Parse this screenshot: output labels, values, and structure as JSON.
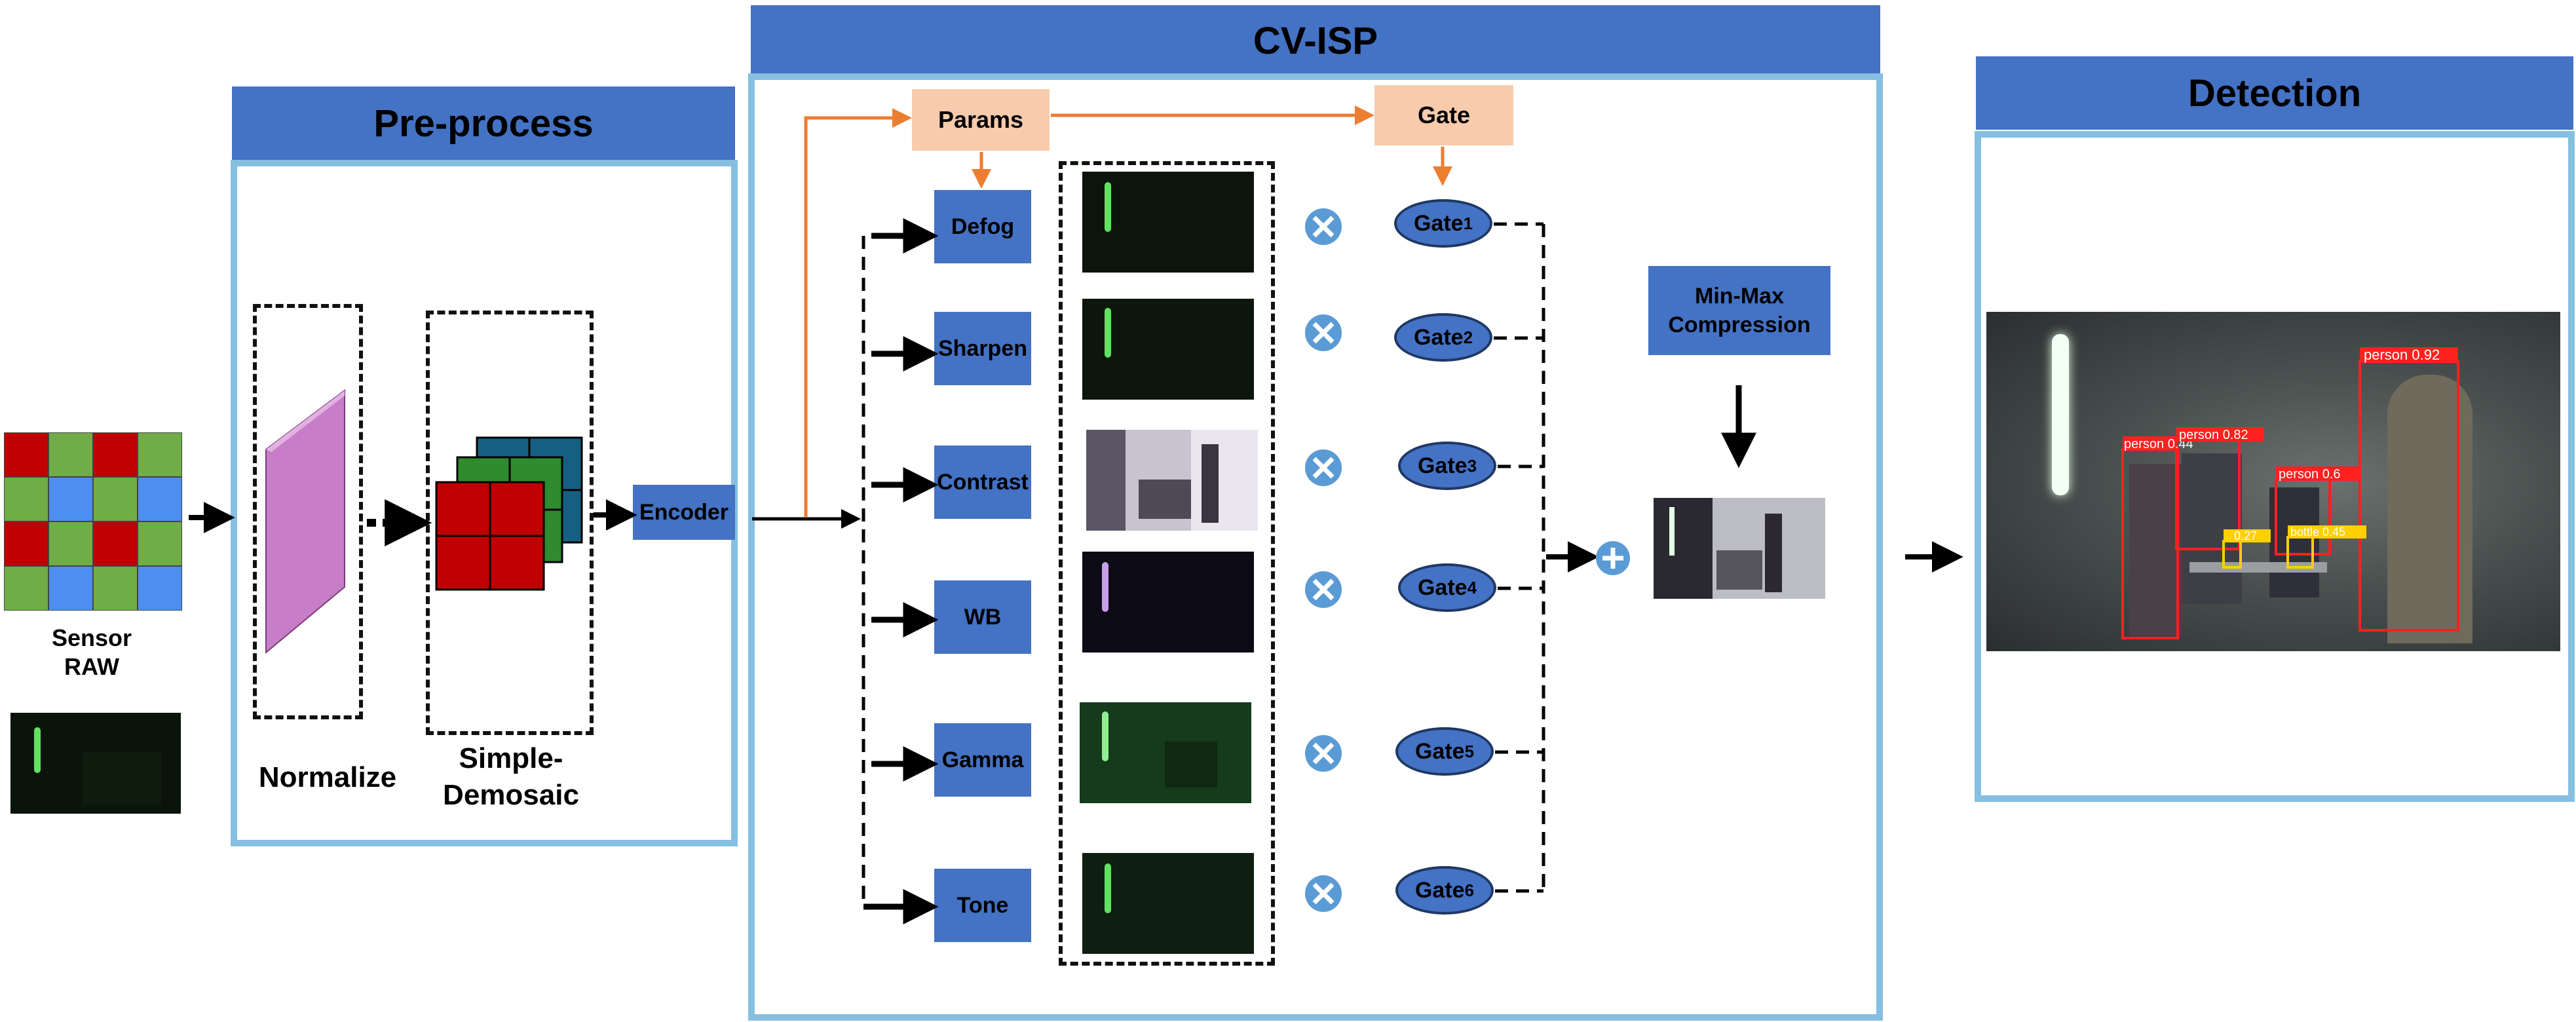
{
  "sections": {
    "preprocess_title": "Pre-process",
    "cvisp_title": "CV-ISP",
    "detection_title": "Detection"
  },
  "sensor": {
    "label_line1": "Sensor",
    "label_line2": "RAW"
  },
  "preprocess": {
    "normalize_label": "Normalize",
    "demosaic_line1": "Simple-",
    "demosaic_line2": "Demosaic",
    "encoder_label": "Encoder"
  },
  "cvisp": {
    "params_label": "Params",
    "gate_label": "Gate",
    "modules": [
      "Defog",
      "Sharpen",
      "Contrast",
      "WB",
      "Gamma",
      "Tone"
    ],
    "gates": [
      {
        "base": "Gate",
        "sub": "1"
      },
      {
        "base": "Gate",
        "sub": "2"
      },
      {
        "base": "Gate",
        "sub": "3"
      },
      {
        "base": "Gate",
        "sub": "4"
      },
      {
        "base": "Gate",
        "sub": "5"
      },
      {
        "base": "Gate",
        "sub": "6"
      }
    ],
    "minmax_line1": "Min-Max",
    "minmax_line2": "Compression"
  },
  "detection": {
    "boxes": [
      {
        "label": "person 0.92"
      },
      {
        "label": "person 0.44"
      },
      {
        "label": "person 0.82"
      },
      {
        "label": "person 0.6"
      },
      {
        "label": "bottle 0.45"
      },
      {
        "label": "0.27"
      }
    ]
  },
  "colors": {
    "header_blue": "#4472c4",
    "panel_border": "#86bfe0",
    "peach": "#f8cbad",
    "orange_arrow": "#ed7d31",
    "bayer_red": "#c00000",
    "bayer_green": "#70ad47",
    "bayer_blue": "#4d8ff0",
    "det_box_red": "#ff2020",
    "det_box_yellow": "#ffd000"
  }
}
